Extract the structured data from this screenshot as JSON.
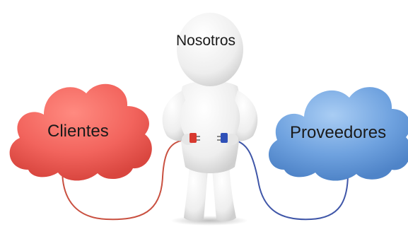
{
  "labels": {
    "center": "Nosotros",
    "left_cloud": "Clientes",
    "right_cloud": "Proveedores"
  },
  "colors": {
    "left_cloud": "#f2645d",
    "right_cloud": "#6fa2df",
    "red_cable": "#c95040",
    "blue_cable": "#3f56a8",
    "figure": "#efefef"
  }
}
